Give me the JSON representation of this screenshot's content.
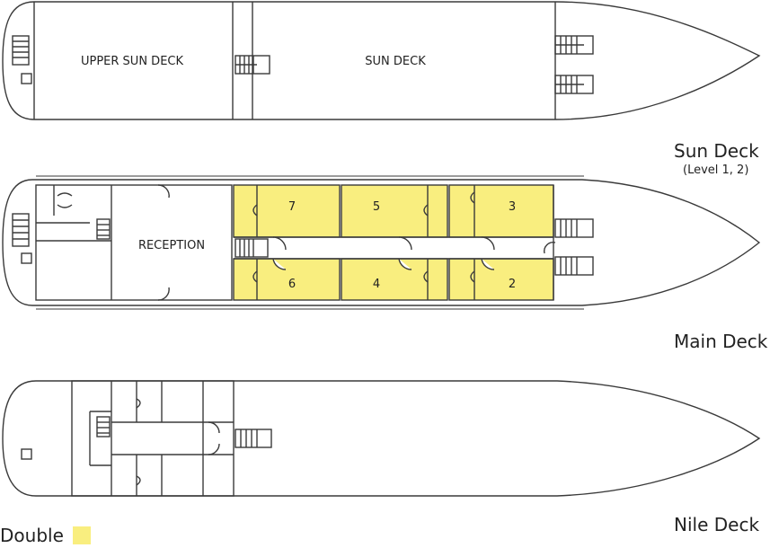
{
  "decks": {
    "sun": {
      "title": "Sun Deck",
      "subtitle": "(Level 1, 2)",
      "areas": [
        "UPPER SUN DECK",
        "SUN DECK"
      ]
    },
    "main": {
      "title": "Main Deck",
      "reception": "RECEPTION",
      "cabins": [
        "7",
        "5",
        "3",
        "6",
        "4",
        "2"
      ]
    },
    "nile": {
      "title": "Nile Deck"
    }
  },
  "legend": {
    "label": "Double",
    "color": "#f9ee7f"
  },
  "colors": {
    "outline": "#3a3a3a",
    "cabin_fill": "#f9ee7f"
  }
}
